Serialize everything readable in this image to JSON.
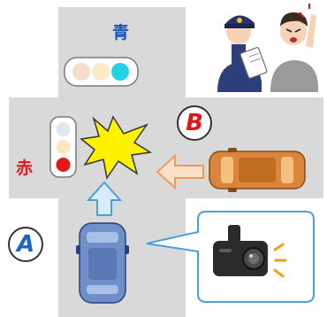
{
  "labels": {
    "top_light": "青",
    "left_light": "赤",
    "car_a": "A",
    "car_b": "B"
  },
  "colors": {
    "road": "#d9d9d9",
    "blue_light": "#22d3e6",
    "red_light": "#e8141c",
    "car_a_body": "#6f8fca",
    "car_b_body": "#d9853b",
    "arrow_up_fill": "#d7ecf8",
    "arrow_left_fill": "#fde0c8",
    "crash_fill": "#fff200"
  },
  "icons": {
    "collision": "collision-burst-icon",
    "dashcam": "dashcam-icon",
    "police": "police-officer-icon"
  }
}
